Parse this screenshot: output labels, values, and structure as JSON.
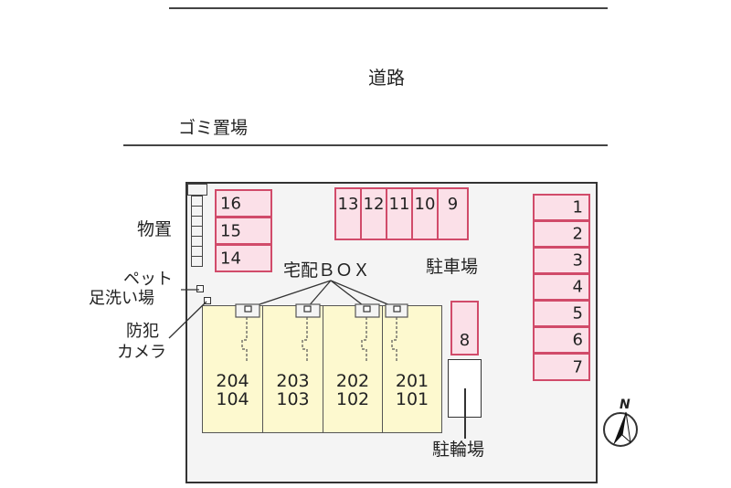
{
  "labels": {
    "road": "道路",
    "garbage": "ゴミ置場",
    "storage": "物置",
    "pet_wash_1": "ペット",
    "pet_wash_2": "足洗い場",
    "camera_1": "防犯",
    "camera_2": "カメラ",
    "delivery_box": "宅配ＢＯＸ",
    "parking": "駐車場",
    "bicycle": "駐輪場",
    "north": "N"
  },
  "parking_left": [
    "16",
    "15",
    "14"
  ],
  "parking_top": [
    "13",
    "12",
    "11",
    "10",
    "9"
  ],
  "parking_right": [
    "1",
    "2",
    "3",
    "4",
    "5",
    "6",
    "7"
  ],
  "parking_mid": "8",
  "units": [
    {
      "upper": "204",
      "lower": "104"
    },
    {
      "upper": "203",
      "lower": "103"
    },
    {
      "upper": "202",
      "lower": "102"
    },
    {
      "upper": "201",
      "lower": "101"
    }
  ],
  "colors": {
    "parking_fill": "#fbe0e8",
    "parking_border": "#d14b6a",
    "building_fill": "#fdf9cf",
    "site_fill": "#f4f4f4"
  }
}
